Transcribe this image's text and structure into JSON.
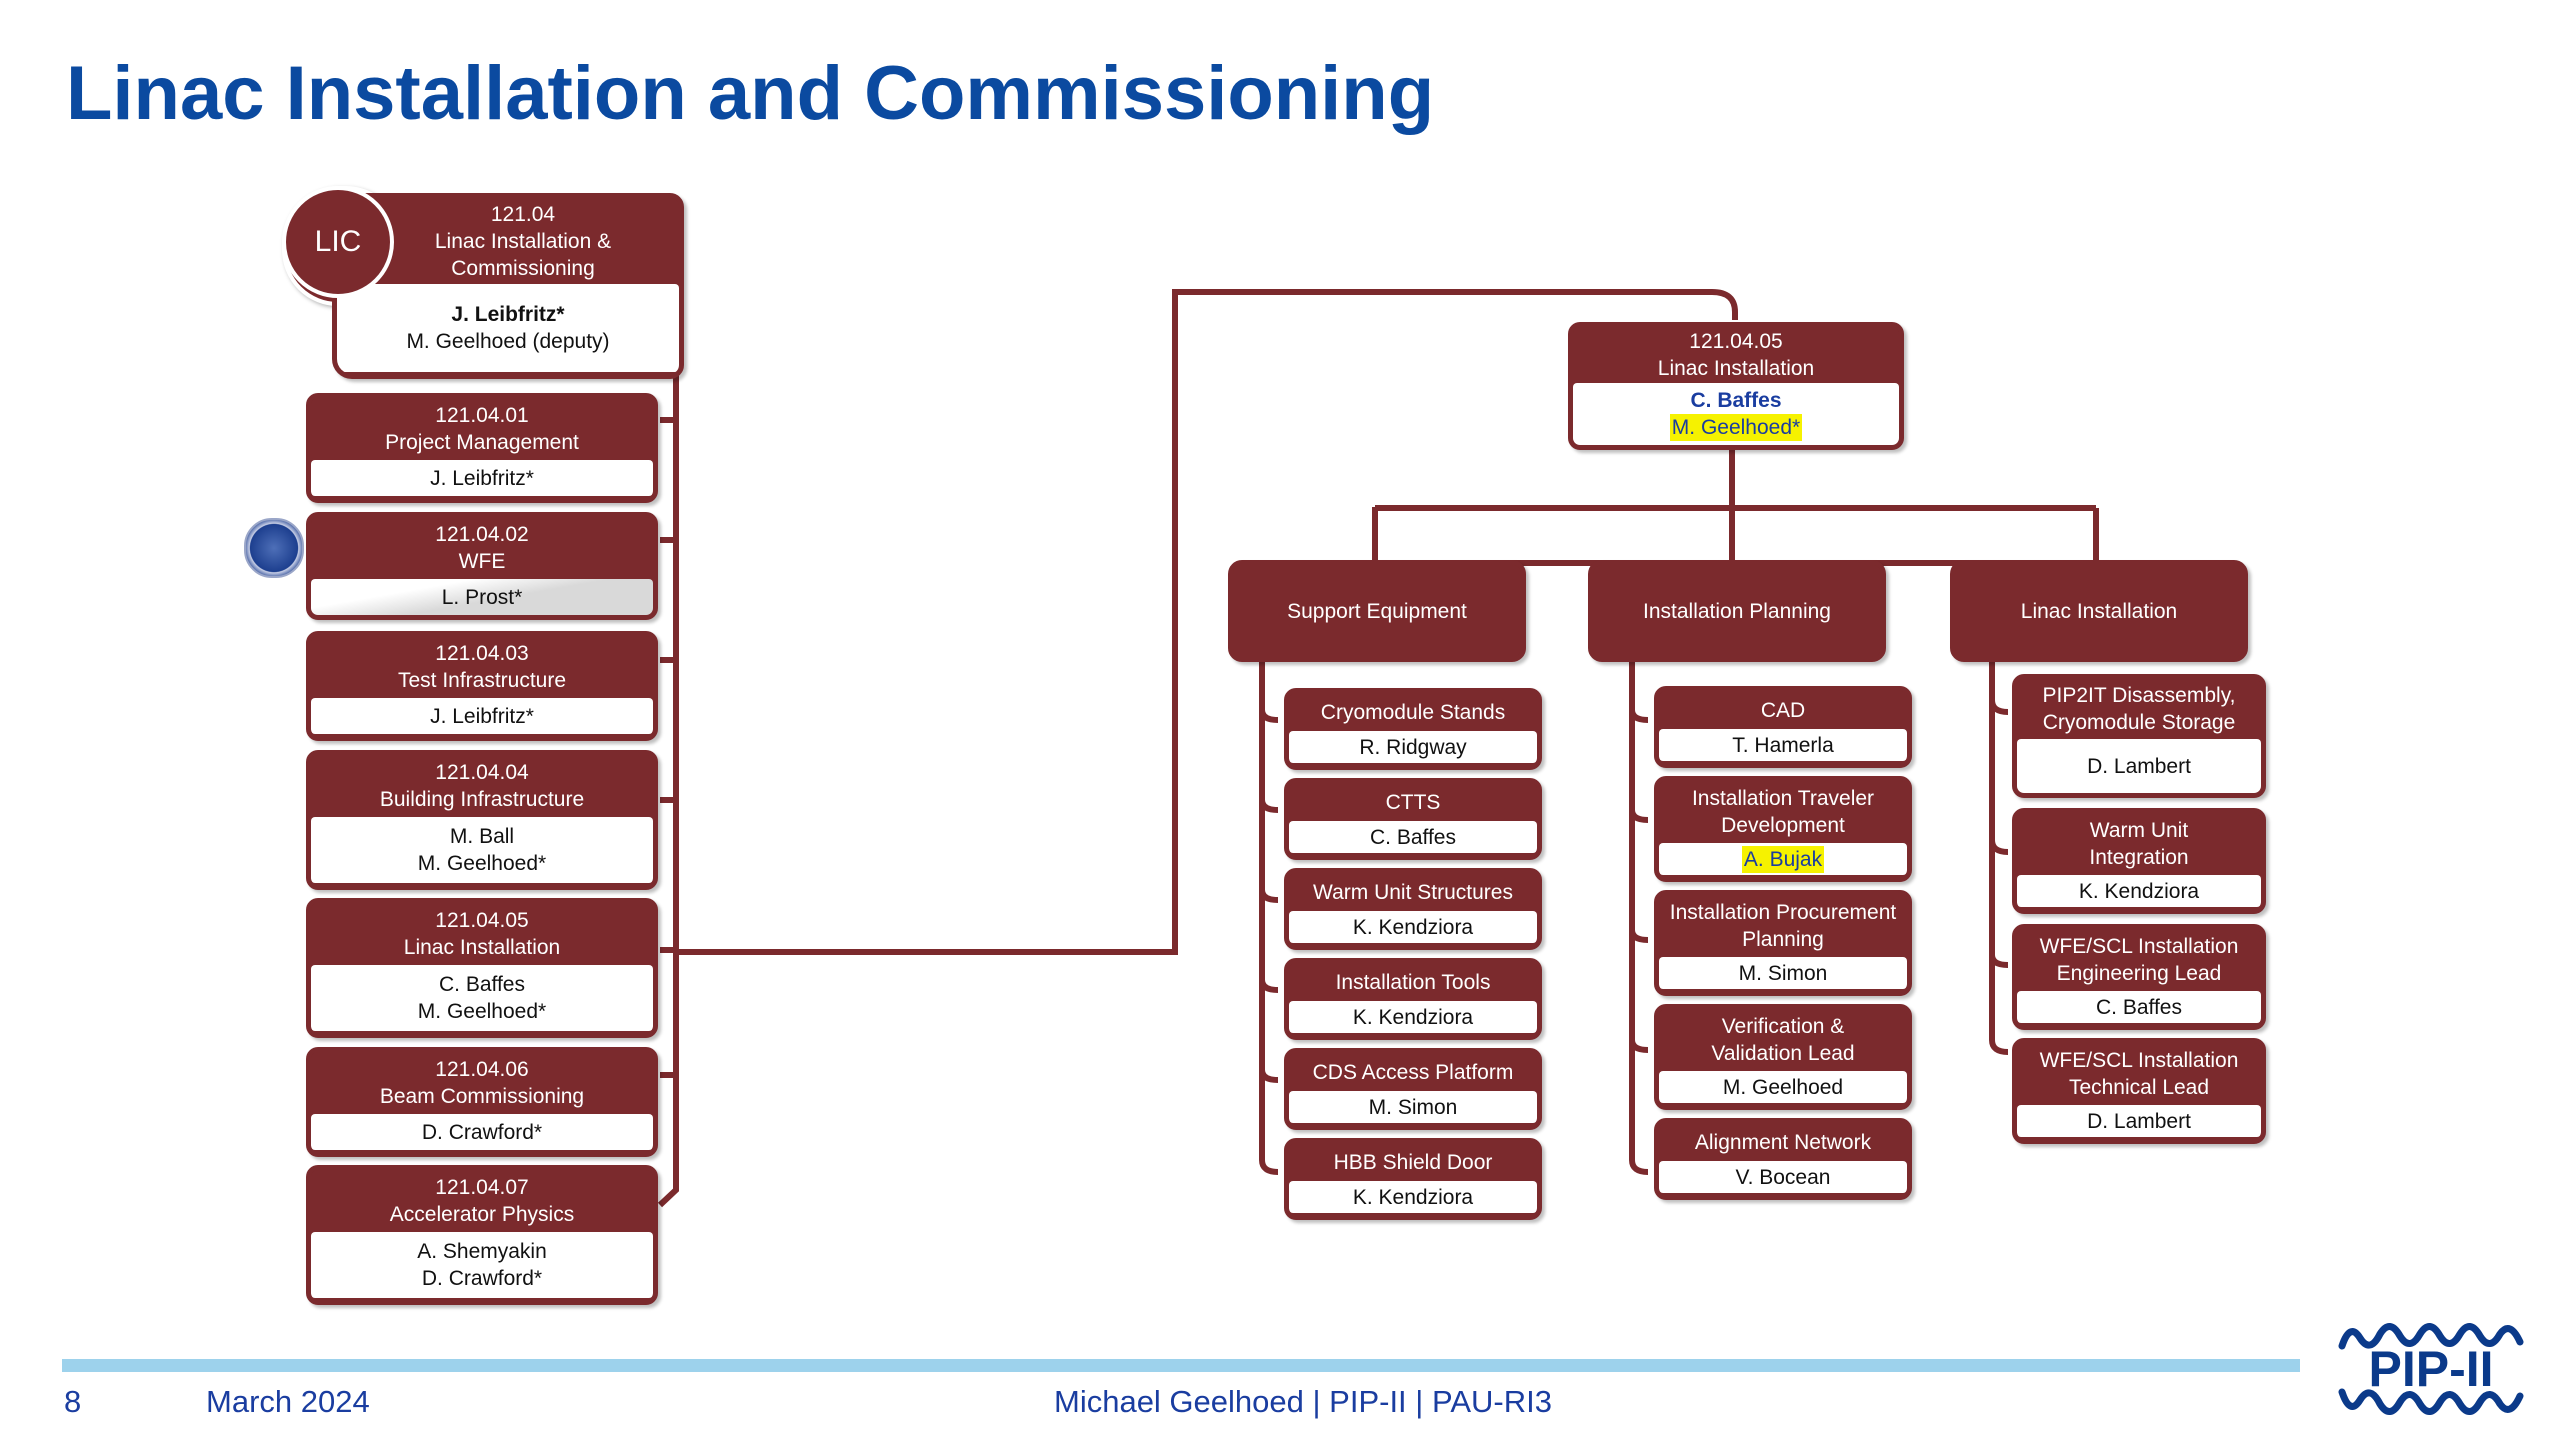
{
  "title": "Linac Installation and Commissioning",
  "colors": {
    "maroon": "#7b2a2d",
    "title_blue": "#0b4aa0",
    "footer_bar": "#9dd2ec",
    "highlight": "#f6f200"
  },
  "left": {
    "lic_badge": "LIC",
    "top_box": {
      "code": "121.04",
      "name_line1": "Linac Installation &",
      "name_line2": "Commissioning",
      "lead": "J. Leibfritz*",
      "deputy": "M. Geelhoed (deputy)"
    },
    "items": [
      {
        "code": "121.04.01",
        "name": "Project Management",
        "people": [
          "J. Leibfritz*"
        ]
      },
      {
        "code": "121.04.02",
        "name": "WFE",
        "people": [
          "L. Prost*"
        ]
      },
      {
        "code": "121.04.03",
        "name": "Test Infrastructure",
        "people": [
          "J. Leibfritz*"
        ]
      },
      {
        "code": "121.04.04",
        "name": "Building Infrastructure",
        "people": [
          "M. Ball",
          "M. Geelhoed*"
        ]
      },
      {
        "code": "121.04.05",
        "name": "Linac Installation",
        "people": [
          "C. Baffes",
          "M. Geelhoed*"
        ]
      },
      {
        "code": "121.04.06",
        "name": "Beam Commissioning",
        "people": [
          "D. Crawford*"
        ]
      },
      {
        "code": "121.04.07",
        "name": "Accelerator Physics",
        "people": [
          "A. Shemyakin",
          "D. Crawford*"
        ]
      }
    ]
  },
  "right": {
    "top_box": {
      "code": "121.04.05",
      "name": "Linac Installation",
      "lead": "C. Baffes",
      "second": "M. Geelhoed*"
    },
    "groups": [
      {
        "name": "Support Equipment",
        "items": [
          {
            "name": "Cryomodule Stands",
            "person": "R. Ridgway"
          },
          {
            "name": "CTTS",
            "person": "C. Baffes"
          },
          {
            "name": "Warm Unit Structures",
            "person": "K. Kendziora"
          },
          {
            "name": "Installation Tools",
            "person": "K. Kendziora"
          },
          {
            "name": "CDS Access Platform",
            "person": "M. Simon"
          },
          {
            "name": "HBB Shield Door",
            "person": "K. Kendziora"
          }
        ]
      },
      {
        "name": "Installation Planning",
        "items": [
          {
            "name": "CAD",
            "person": "T. Hamerla"
          },
          {
            "name": "Installation Traveler Development",
            "person": "A. Bujak"
          },
          {
            "name": "Installation Procurement Planning",
            "person": "M. Simon"
          },
          {
            "name": "Verification & Validation Lead",
            "person": "M. Geelhoed"
          },
          {
            "name": "Alignment Network",
            "person": "V. Bocean"
          }
        ]
      },
      {
        "name": "Linac Installation",
        "items": [
          {
            "name": "PIP2IT Disassembly, Cryomodule Storage",
            "person": "D. Lambert"
          },
          {
            "name": "Warm Unit Integration",
            "person": "K. Kendziora"
          },
          {
            "name": "WFE/SCL Installation Engineering Lead",
            "person": "C. Baffes"
          },
          {
            "name": "WFE/SCL Installation Technical Lead",
            "person": "D. Lambert"
          }
        ]
      }
    ]
  },
  "footer": {
    "page": "8",
    "date": "March 2024",
    "center": "Michael Geelhoed | PIP-II | PAU-RI3",
    "logo": "PIP-II"
  }
}
